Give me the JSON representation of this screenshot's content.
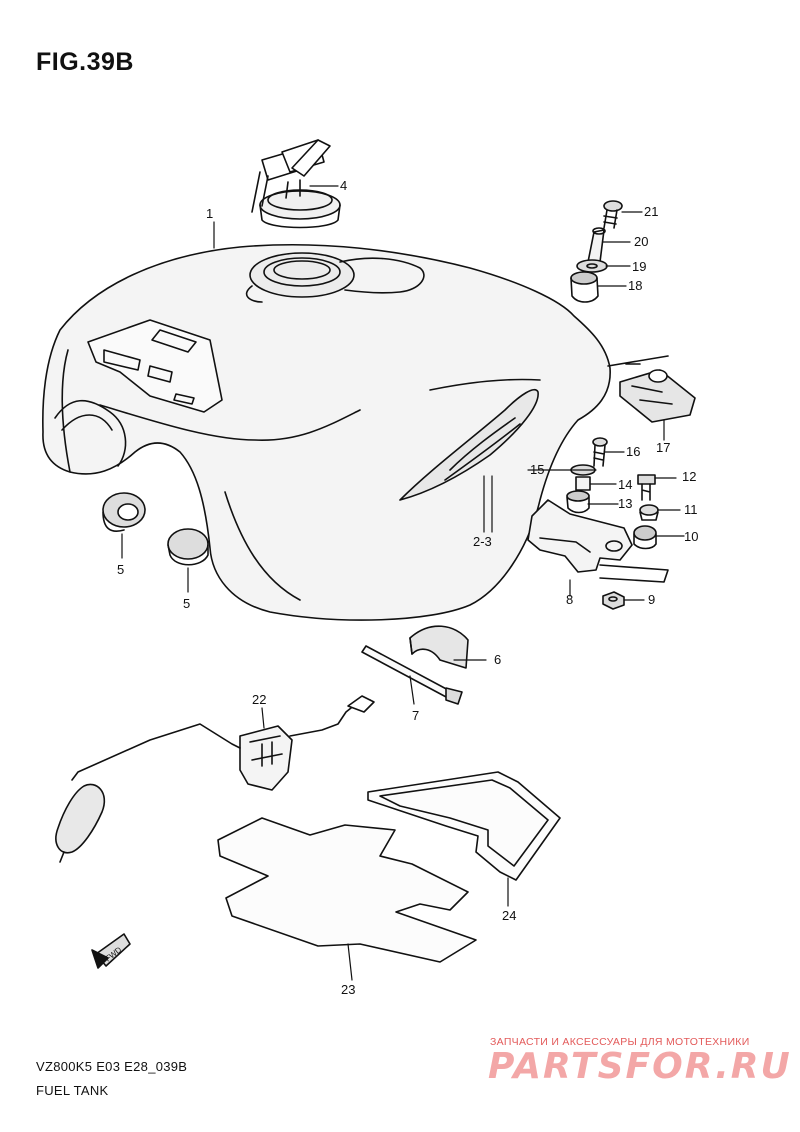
{
  "figure": {
    "title": "FIG.39B"
  },
  "footer": {
    "model_code": "VZ800K5 E03 E28_039B",
    "section_name": "FUEL TANK"
  },
  "fwd_marker": {
    "label": "FWD"
  },
  "callouts": [
    "1",
    "2-3",
    "4",
    "5",
    "5",
    "6",
    "7",
    "8",
    "9",
    "10",
    "11",
    "12",
    "13",
    "14",
    "15",
    "16",
    "17",
    "18",
    "19",
    "20",
    "21",
    "22",
    "23",
    "24"
  ],
  "watermark": {
    "tagline": "ЗАПЧАСТИ И АКСЕССУАРЫ ДЛЯ МОТОТЕХНИКИ",
    "logo": "PARTSFOR.RU"
  }
}
